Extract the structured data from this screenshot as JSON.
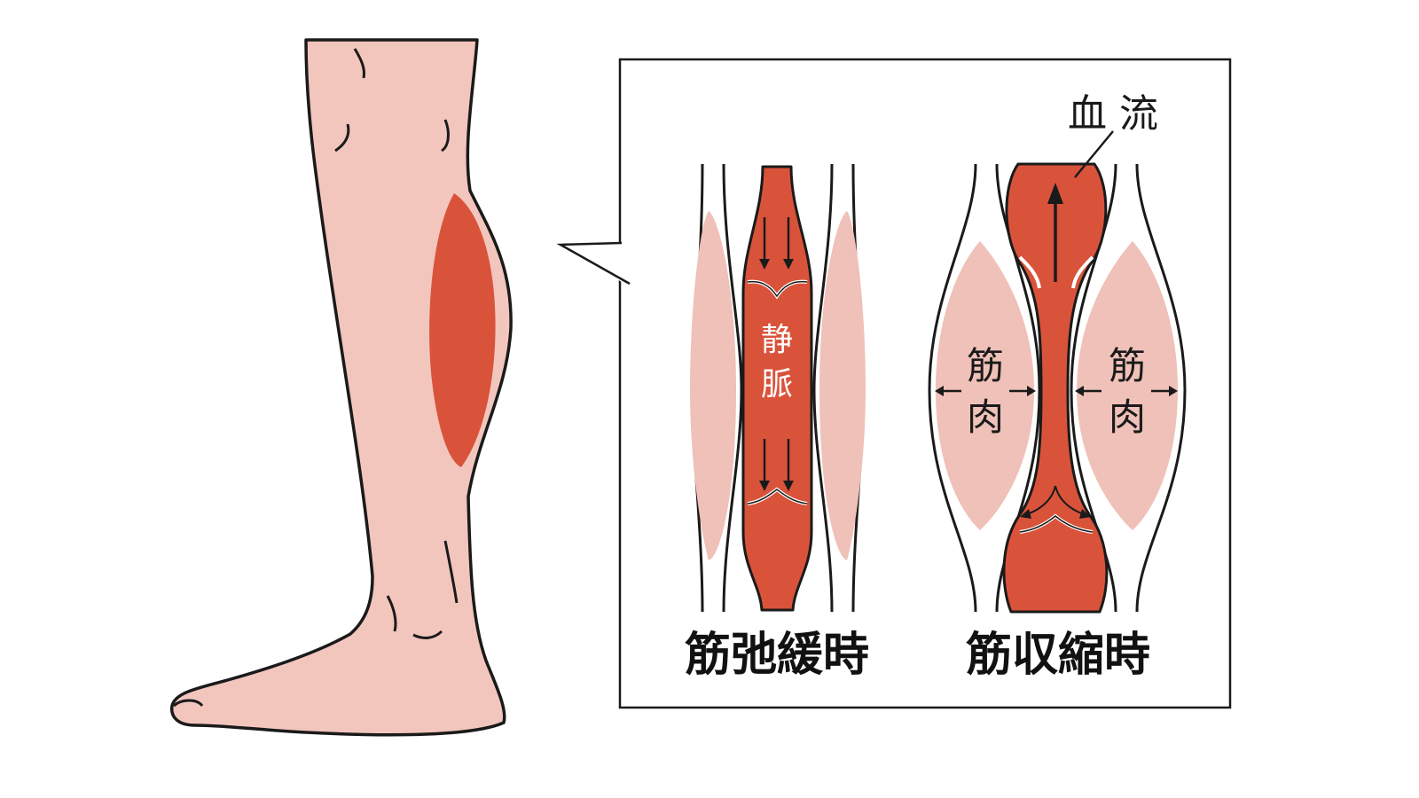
{
  "labels": {
    "vein": [
      "静",
      "脈"
    ],
    "muscle_left": [
      "筋",
      "肉"
    ],
    "muscle_right": [
      "筋",
      "肉"
    ],
    "blood_flow": "血 流",
    "relaxed_caption": "筋弛緩時",
    "contracted_caption": "筋収縮時"
  },
  "colors": {
    "skin": "#f2c6bd",
    "muscle": "#efc1b8",
    "vein_red": "#d9533b",
    "outline": "#1a1a1a",
    "background": "#ffffff"
  }
}
